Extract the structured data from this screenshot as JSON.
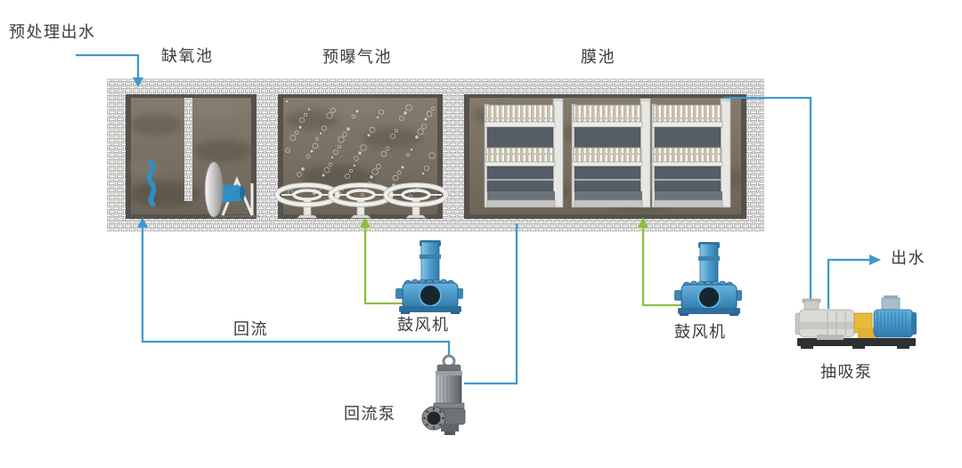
{
  "labels": {
    "pretreated_influent": "预处理出水",
    "anoxic_tank": "缺氧池",
    "pre_aeration_tank": "预曝气池",
    "membrane_tank": "膜池",
    "blower_1": "鼓风机",
    "blower_2": "鼓风机",
    "reflux": "回流",
    "reflux_pump": "回流泵",
    "suction_pump": "抽吸泵",
    "effluent": "出水"
  },
  "colors": {
    "water_pipe": "#4099CC",
    "air_pipe": "#8FBE3F",
    "label_text": "#3C3C3C"
  }
}
